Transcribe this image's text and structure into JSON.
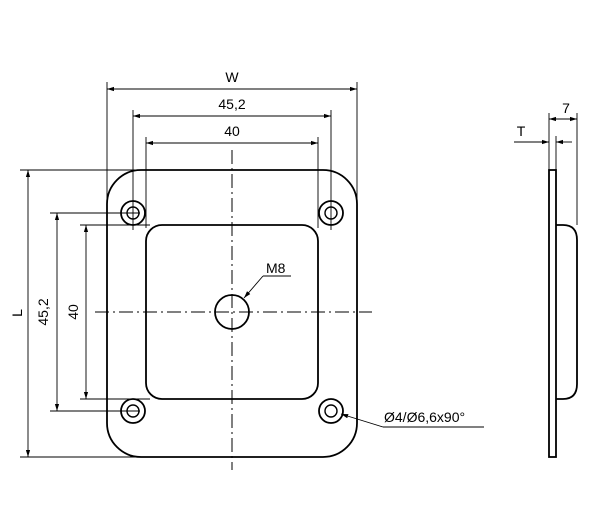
{
  "drawing": {
    "front_view": {
      "dim_width_label": "W",
      "dim_hole_pitch_outer": "45,2",
      "dim_hole_pitch_inner": "40",
      "dim_length_label": "L",
      "dim_vertical_pitch_outer": "45,2",
      "dim_vertical_pitch_inner": "40",
      "center_thread_label": "M8",
      "hole_callout": "Ø4/Ø6,6x90°"
    },
    "side_view": {
      "thickness_label": "T",
      "depth_label": "7"
    }
  }
}
